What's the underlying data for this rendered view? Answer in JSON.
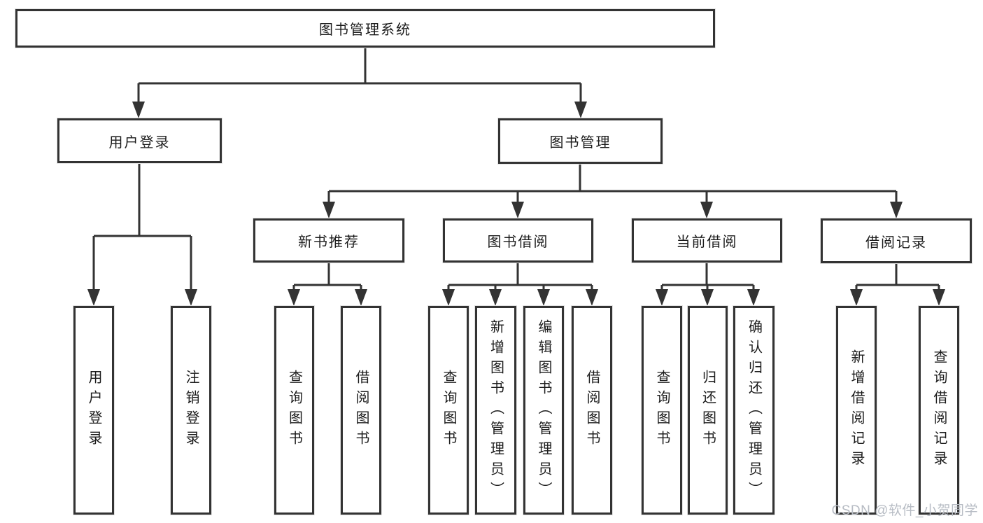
{
  "diagram": {
    "root": {
      "label": "图书管理系统"
    },
    "children": [
      {
        "label": "用户登录",
        "children": [
          {
            "label": "用户登录"
          },
          {
            "label": "注销登录"
          }
        ]
      },
      {
        "label": "图书管理",
        "children": [
          {
            "label": "新书推荐",
            "children": [
              {
                "label": "查询图书"
              },
              {
                "label": "借阅图书"
              }
            ]
          },
          {
            "label": "图书借阅",
            "children": [
              {
                "label": "查询图书"
              },
              {
                "label": "新增图书（管理员）"
              },
              {
                "label": "编辑图书（管理员）"
              },
              {
                "label": "借阅图书"
              }
            ]
          },
          {
            "label": "当前借阅",
            "children": [
              {
                "label": "查询图书"
              },
              {
                "label": "归还图书"
              },
              {
                "label": "确认归还（管理员）"
              }
            ]
          },
          {
            "label": "借阅记录",
            "children": [
              {
                "label": "新增借阅记录"
              },
              {
                "label": "查询借阅记录"
              }
            ]
          }
        ]
      }
    ]
  },
  "watermark": {
    "text": "CSDN @软件_小贺同学"
  },
  "colors": {
    "line": "#333333",
    "box_border": "#333333",
    "text": "#1c1c1c",
    "watermark": "#b7bcc4",
    "background": "#ffffff"
  }
}
